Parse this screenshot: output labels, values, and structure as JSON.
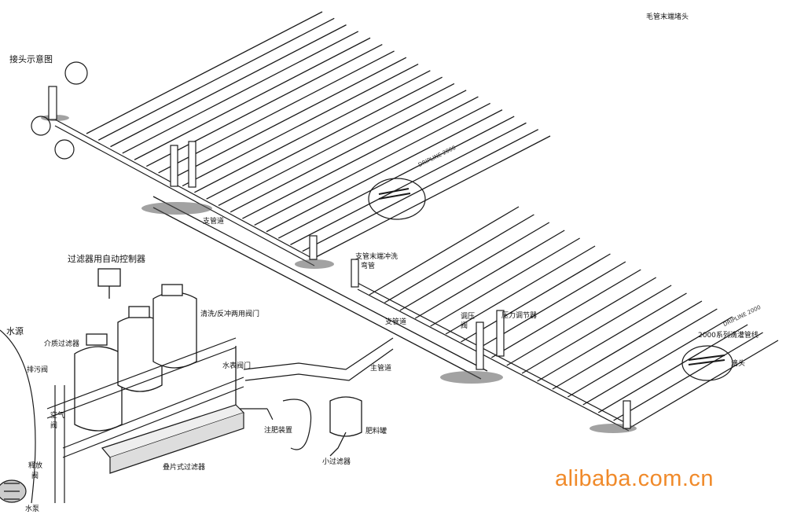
{
  "labels": {
    "joint_diagram": "接头示意图",
    "capillary_end_plug": "毛管末端堵头",
    "branch_pipe_1": "支管道",
    "branch_end_flush": "支管末端冲洗",
    "branch_end_flush_2": "弯管",
    "filter_controller": "过滤器用自动控制器",
    "backflush_valve": "清洗/反冲两用阀门",
    "water_source": "水源",
    "media_filter": "介质过滤器",
    "drain_valve": "排污阀",
    "water_meter_valve": "水表阀门",
    "air_valve_1": "空气",
    "air_valve_2": "阀",
    "relief_valve_1": "释放",
    "relief_valve_2": "阀",
    "branch_pipe_2": "支管道",
    "main_pipe": "主管道",
    "pressure_valve_1": "调压",
    "pressure_valve_2": "阀",
    "pressure_regulator": "压力调节器",
    "drip_pipe_2000": "2000系列滴灌管线",
    "dripper": "滴头",
    "fertilizer_injector": "注肥装置",
    "fertilizer_tank": "肥料罐",
    "small_filter": "小过滤器",
    "disc_filter": "叠片式过滤器",
    "pump": "水泵",
    "dripline_print_1": "DRIPLINE 2000",
    "dripline_print_2": "DRIPLINE 2000",
    "watermark": "alibaba.com.cn"
  },
  "colors": {
    "line": "#1a1a1a",
    "watermark": "#f08a2a"
  },
  "icons": [
    "pump-icon",
    "filter-tank-icon",
    "controller-icon",
    "fertilizer-tank-icon",
    "dripper-icon",
    "end-plug-icon"
  ]
}
